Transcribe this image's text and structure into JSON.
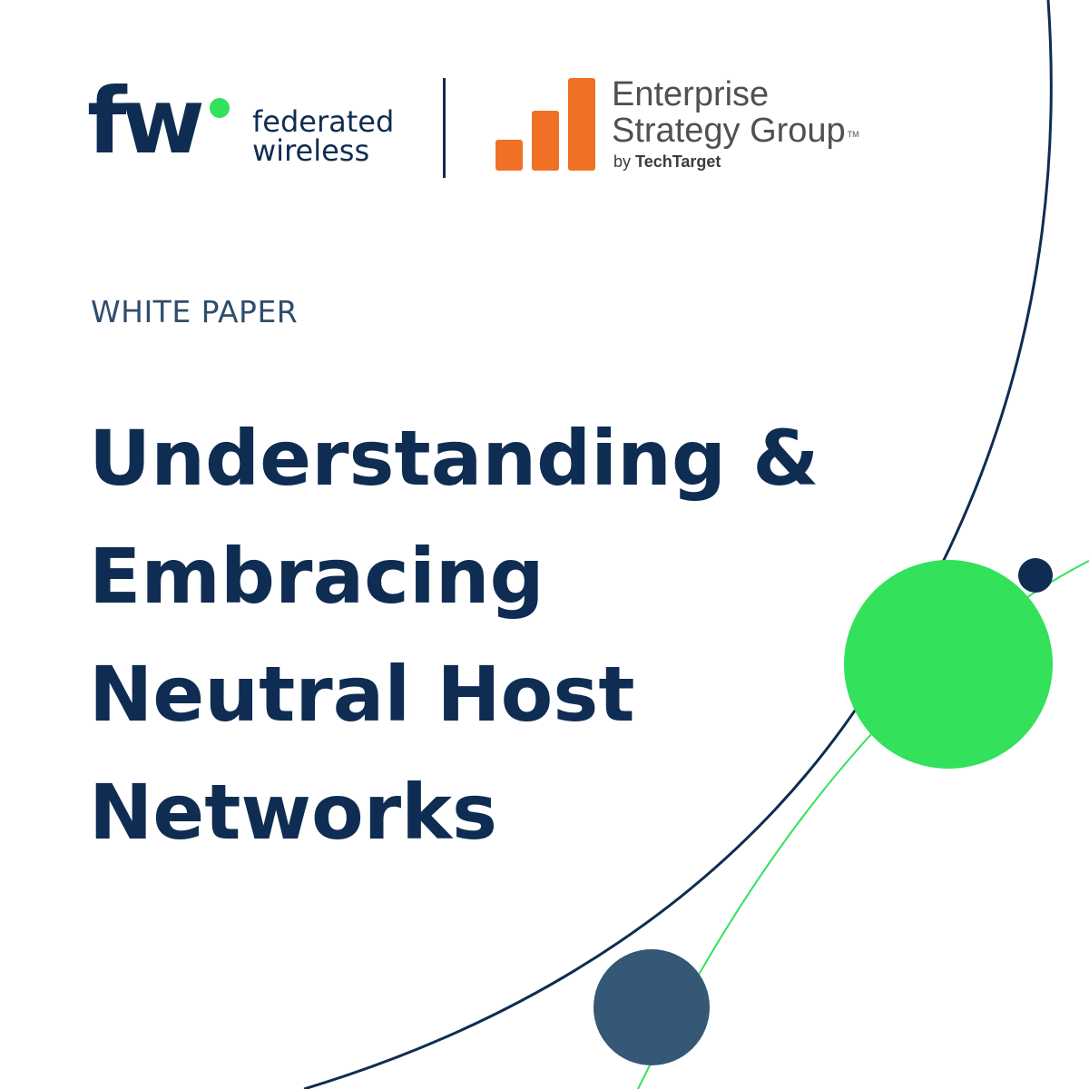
{
  "federated_wireless_logo": {
    "mark": "fw",
    "line1": "federated",
    "line2": "wireless"
  },
  "esg_logo": {
    "line1": "Enterprise",
    "line2": "Strategy Group",
    "trademark": "TM",
    "by_prefix": "by",
    "by_brand": "TechTarget"
  },
  "document": {
    "type": "WHITE PAPER",
    "title_lines": [
      "Understanding &",
      "Embracing",
      "Neutral Host",
      "Networks"
    ]
  },
  "colors": {
    "navy": "#0f2d52",
    "green": "#33e15b",
    "slate_blue": "#345876",
    "orange": "#f07026"
  }
}
